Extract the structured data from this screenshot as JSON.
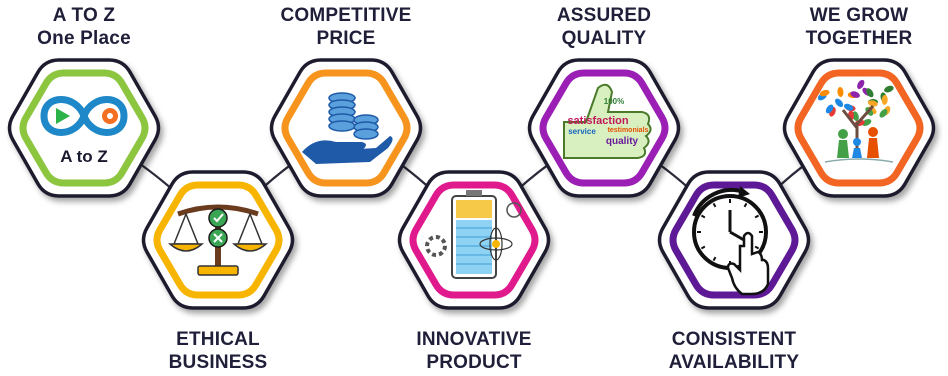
{
  "features": [
    {
      "id": "a-to-z",
      "label": [
        "A TO Z",
        "One Place"
      ],
      "icon": "infinity-loop-icon",
      "icon_text": "A to Z",
      "color": "#8cc63f",
      "position": "top"
    },
    {
      "id": "ethical",
      "label": [
        "ETHICAL",
        "BUSINESS"
      ],
      "icon": "balance-scale-icon",
      "color": "#f7b500",
      "position": "bottom"
    },
    {
      "id": "price",
      "label": [
        "COMPETITIVE",
        "PRICE"
      ],
      "icon": "coins-on-hand-icon",
      "color": "#f7941d",
      "position": "top"
    },
    {
      "id": "innovative",
      "label": [
        "INNOVATIVE",
        "PRODUCT"
      ],
      "icon": "battery-innovation-icon",
      "color": "#e0198c",
      "position": "bottom"
    },
    {
      "id": "quality",
      "label": [
        "ASSURED",
        "QUALITY"
      ],
      "icon": "thumbs-up-wordcloud-icon",
      "icon_words": [
        "satisfaction",
        "service",
        "quality",
        "100%",
        "testimonials"
      ],
      "color": "#9b1fb5",
      "position": "top"
    },
    {
      "id": "availability",
      "label": [
        "CONSISTENT",
        "AVAILABILITY"
      ],
      "icon": "clock-tap-icon",
      "color": "#5e1a96",
      "position": "bottom"
    },
    {
      "id": "grow",
      "label": [
        "WE GROW",
        "TOGETHER"
      ],
      "icon": "family-tree-icon",
      "color": "#f26522",
      "position": "top"
    }
  ]
}
